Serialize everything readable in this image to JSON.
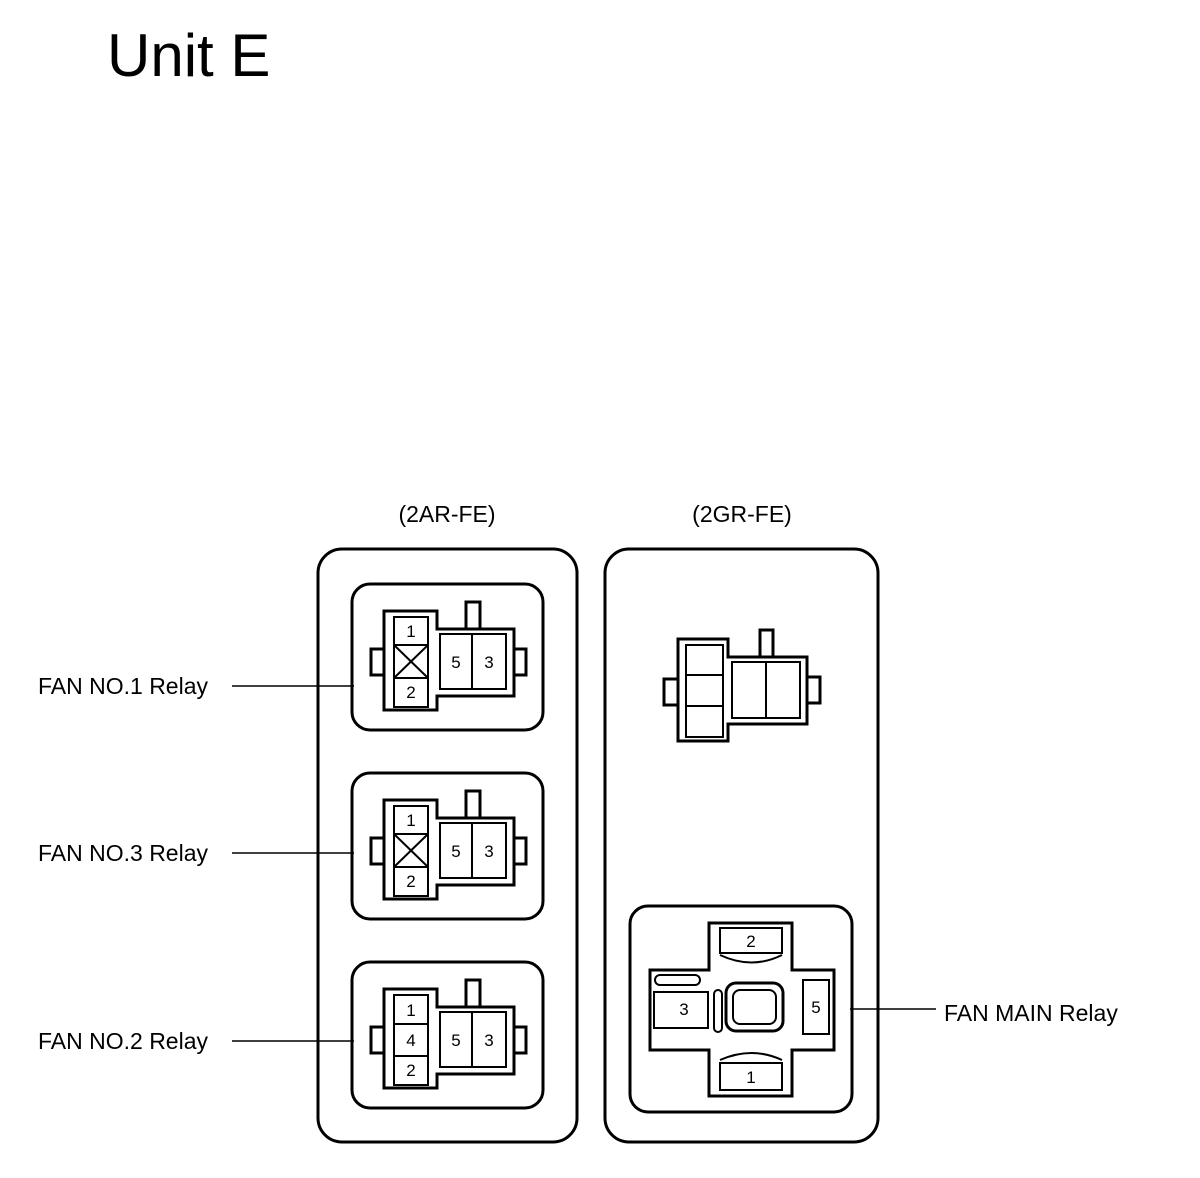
{
  "title": "Unit E",
  "engines": [
    "(2AR-FE)",
    "(2GR-FE)"
  ],
  "relays": {
    "fan1": "FAN NO.1 Relay",
    "fan3": "FAN NO.3 Relay",
    "fan2": "FAN NO.2 Relay",
    "fanmain": "FAN MAIN Relay"
  },
  "pins": {
    "fan1": [
      "1",
      "2",
      "5",
      "3"
    ],
    "fan3": [
      "1",
      "2",
      "5",
      "3"
    ],
    "fan2": [
      "1",
      "4",
      "2",
      "5",
      "3"
    ],
    "fanmain": [
      "2",
      "3",
      "5",
      "1"
    ]
  }
}
